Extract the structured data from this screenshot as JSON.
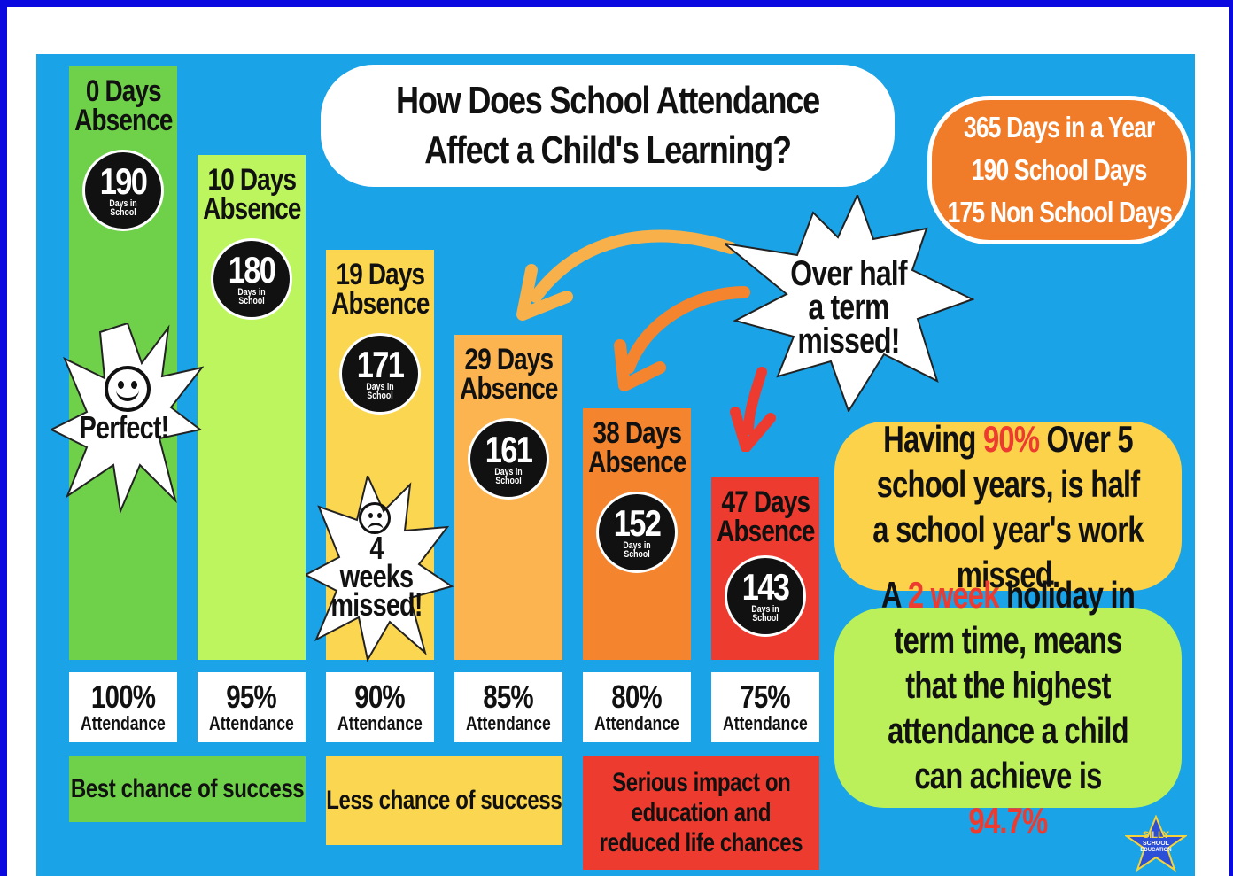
{
  "title": "How Does School Attendance Affect a Child's Learning?",
  "info": {
    "line1": "365 Days in a Year",
    "line2": "190 School Days",
    "line3": "175 Non School Days"
  },
  "bars": [
    {
      "absence_days": "0 Days",
      "absence_word": "Absence",
      "school_days": "190",
      "school_sub": "Days in School",
      "attendance": "100%",
      "attendance_word": "Attendance",
      "color": "#6fd14a"
    },
    {
      "absence_days": "10 Days",
      "absence_word": "Absence",
      "school_days": "180",
      "school_sub": "Days in School",
      "attendance": "95%",
      "attendance_word": "Attendance",
      "color": "#bdf55e"
    },
    {
      "absence_days": "19 Days",
      "absence_word": "Absence",
      "school_days": "171",
      "school_sub": "Days in School",
      "attendance": "90%",
      "attendance_word": "Attendance",
      "color": "#fbd650"
    },
    {
      "absence_days": "29 Days",
      "absence_word": "Absence",
      "school_days": "161",
      "school_sub": "Days in School",
      "attendance": "85%",
      "attendance_word": "Attendance",
      "color": "#fbb450"
    },
    {
      "absence_days": "38 Days",
      "absence_word": "Absence",
      "school_days": "152",
      "school_sub": "Days in School",
      "attendance": "80%",
      "attendance_word": "Attendance",
      "color": "#f4842e"
    },
    {
      "absence_days": "47 Days",
      "absence_word": "Absence",
      "school_days": "143",
      "school_sub": "Days in School",
      "attendance": "75%",
      "attendance_word": "Attendance",
      "color": "#ee3b30"
    }
  ],
  "bands": {
    "best": "Best chance of success",
    "less": "Less chance of success",
    "serious_1": "Serious impact on",
    "serious_2": "education and",
    "serious_3": "reduced life chances"
  },
  "bursts": {
    "perfect": "Perfect!",
    "weeks_1": "4",
    "weeks_2": "weeks",
    "weeks_3": "missed!",
    "over_1": "Over half",
    "over_2": "a term",
    "over_3": "missed!"
  },
  "callout_yellow": {
    "pre": "Having ",
    "highlight": "90%",
    "post": " Over 5 school years, is half a school year's work missed."
  },
  "callout_green": {
    "pre": "A ",
    "highlight": "2 week",
    "mid": " holiday in term time, means that the highest attendance a child can achieve is ",
    "highlight2": "94.7%"
  },
  "colors": {
    "frame": "#0a0ae0",
    "poster": "#1aa3e6",
    "orange": "#f07c2a",
    "red": "#ee3b30"
  },
  "logo": {
    "line1": "SILLY",
    "line2": "SCHOOL",
    "line3": "EDUCATION"
  }
}
